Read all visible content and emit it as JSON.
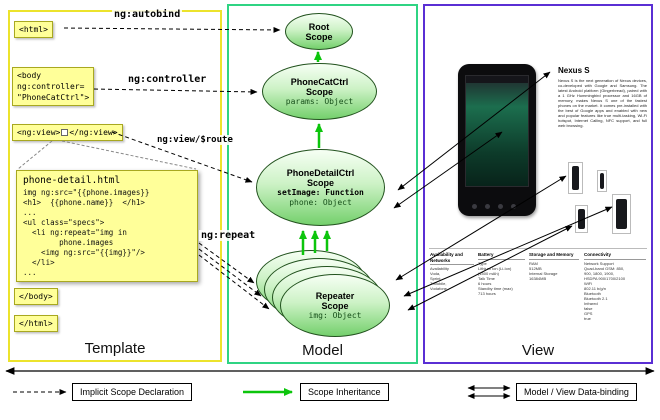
{
  "panels": {
    "template": "Template",
    "model": "Model",
    "view": "View"
  },
  "colors": {
    "template_border": "#ece32c",
    "model_border": "#2fd483",
    "view_border": "#5a2fd4",
    "tag_fill": "#ffff99",
    "scope_fill_bottom": "#74d06c",
    "inheritance_arrow": "#0cc50c"
  },
  "template": {
    "tags": {
      "html_open": "<html>",
      "body_open_lines": [
        "<body",
        "ng:controller=",
        "\"PhoneCatCtrl\">"
      ],
      "ngview_open": "<ng:view>",
      "ngview_close": "</ng:view>",
      "body_close": "</body>",
      "html_close": "</html>"
    },
    "annotations": {
      "autobind": "ng:autobind",
      "controller": "ng:controller",
      "viewroute": "ng:view/$route",
      "repeat": "ng:repeat"
    },
    "code": {
      "title": "phone-detail.html",
      "lines": [
        "img ng:src=\"{{phone.images}}",
        "<h1>  {{phone.name}}  </h1>",
        "...",
        "<ul class=\"specs\">",
        "  <li ng:repeat=\"img in",
        "        phone.images",
        "    <img ng:src=\"{{img}}\"/>",
        "  </li>",
        "..."
      ]
    }
  },
  "model": {
    "root": {
      "title": "Root Scope"
    },
    "phonecat": {
      "title": "PhoneCatCtrl Scope",
      "prop": "params: Object"
    },
    "phonedetail": {
      "title": "PhoneDetailCtrl Scope",
      "func": "setImage: Function",
      "prop": "phone: Object"
    },
    "repeater": {
      "title": "Repeater Scope",
      "prop": "img: Object"
    }
  },
  "view": {
    "title": "Nexus S",
    "description": "Nexus S is the next generation of Nexus devices, co-developed with Google and Samsung. The latest Android platform (Gingerbread), paired with a 1 GHz Hummingbird processor and 16GB of memory, makes Nexus S one of the fastest phones on the market. It comes pre-installed with the best of Google apps and enabled with new and popular features like true multi-tasking, Wi-Fi hotspot, Internet Calling, NFC support, and full web browsing.",
    "specs": [
      {
        "header": "Availability and Networks",
        "lines": [
          "Availability",
          "Voda,",
          "Sprint,",
          "T-Mobile,",
          "Vodafone"
        ]
      },
      {
        "header": "Battery",
        "lines": [
          "Type",
          "Lithium Ion (Li-Ion)",
          "(1500 mAh)",
          "Talk Time",
          "6 hours",
          "Standby time (max)",
          "713 hours"
        ]
      },
      {
        "header": "Storage and Memory",
        "lines": [
          "RAM",
          "512MB",
          "Internal Storage",
          "16384MB"
        ]
      },
      {
        "header": "Connectivity",
        "lines": [
          "Network Support",
          "Quad-band GSM: 850,",
          "900, 1800, 1900,",
          "HSDPA 900/1700/2100",
          "WiFi",
          "802.11 b/g/n",
          "Bluetooth",
          "Bluetooth 2.1",
          "Infrared",
          "false",
          "GPS",
          "true"
        ]
      }
    ]
  },
  "legend": {
    "items": [
      {
        "label": "Implicit Scope Declaration"
      },
      {
        "label": "Scope Inheritance"
      },
      {
        "label": "Model / View Data-binding"
      }
    ]
  }
}
